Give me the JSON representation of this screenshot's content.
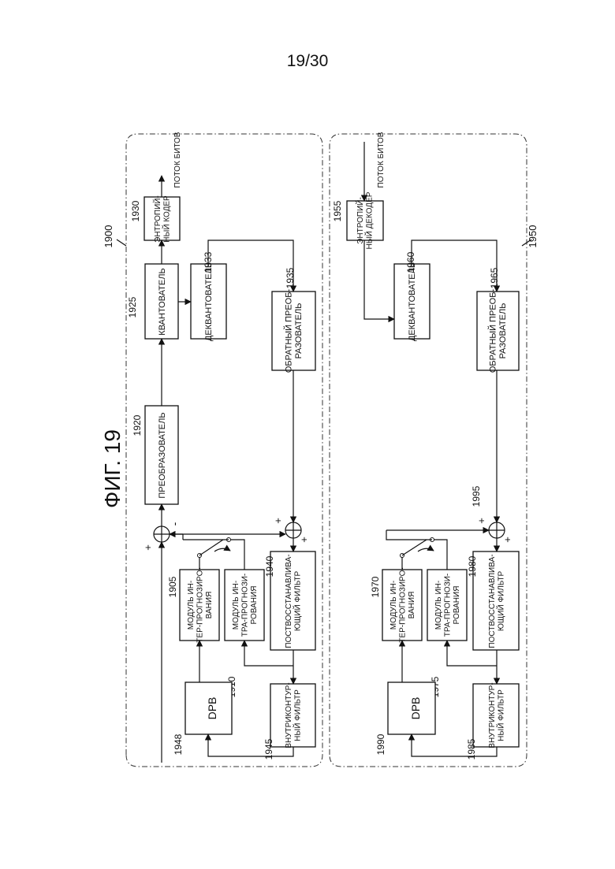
{
  "page_number": "19/30",
  "figure_title": "ФИГ. 19",
  "encoder": {
    "ref": "1900",
    "blocks": {
      "inter": {
        "ref": "1905",
        "lines": [
          "МОДУЛЬ ИН-",
          "ТЕР-ПРОГНОЗИРО-",
          "ВАНИЯ"
        ]
      },
      "intra": {
        "ref": "1910",
        "lines": [
          "МОДУЛЬ ИН-",
          "ТРА-ПРОГНОЗИ-",
          "РОВАНИЯ"
        ]
      },
      "transformer": {
        "ref": "1920",
        "lines": [
          "ПРЕОБРАЗОВАТЕЛЬ"
        ]
      },
      "quantizer": {
        "ref": "1925",
        "lines": [
          "КВАНТОВАТЕЛЬ"
        ]
      },
      "entropy_coder": {
        "ref": "1930",
        "lines": [
          "ЭНТРОПИЙ-",
          "НЫЙ КОДЕР"
        ]
      },
      "dequantizer": {
        "ref": "1933",
        "lines": [
          "ДЕКВАНТОВАТЕЛЬ"
        ]
      },
      "inverse_transformer": {
        "ref": "1935",
        "lines": [
          "ОБРАТНЫЙ ПРЕОБ-",
          "РАЗОВАТЕЛЬ"
        ]
      },
      "post_filter": {
        "ref": "1940",
        "lines": [
          "ПОСТВОССТАНАВЛИВА-",
          "ЮЩИЙ ФИЛЬТР"
        ]
      },
      "loop_filter": {
        "ref": "1945",
        "lines": [
          "ВНУТРИКОНТУР-",
          "НЫЙ ФИЛЬТР"
        ]
      },
      "dpb": {
        "ref": "1948",
        "lines": [
          "DPB"
        ]
      }
    },
    "bitstream_label": "ПОТОК БИТОВ",
    "sum1_signs": {
      "top": "+",
      "right": "-"
    },
    "sum2_signs": {
      "left": "+",
      "bottom": "+"
    }
  },
  "decoder": {
    "ref": "1950",
    "blocks": {
      "entropy_decoder": {
        "ref": "1955",
        "lines": [
          "ЭНТРОПИЙ-",
          "НЫЙ ДЕКОДЕР"
        ]
      },
      "dequantizer": {
        "ref": "1960",
        "lines": [
          "ДЕКВАНТОВАТЕЛЬ"
        ]
      },
      "inverse_transformer": {
        "ref": "1965",
        "lines": [
          "ОБРАТНЫЙ ПРЕОБ-",
          "РАЗОВАТЕЛЬ"
        ]
      },
      "inter": {
        "ref": "1970",
        "lines": [
          "МОДУЛЬ ИН-",
          "ТЕР-ПРОГНОЗИРО-",
          "ВАНИЯ"
        ]
      },
      "intra": {
        "ref": "1975",
        "lines": [
          "МОДУЛЬ ИН-",
          "ТРА-ПРОГНОЗИ-",
          "РОВАНИЯ"
        ]
      },
      "post_filter": {
        "ref": "1980",
        "lines": [
          "ПОСТВОССТАНАВЛИВА-",
          "ЮЩИЙ ФИЛЬТР"
        ]
      },
      "loop_filter": {
        "ref": "1985",
        "lines": [
          "ВНУТРИКОНТУР-",
          "НЫЙ ФИЛЬТР"
        ]
      },
      "dpb": {
        "ref": "1990",
        "lines": [
          "DPB"
        ]
      }
    },
    "sum_ref": "1995",
    "bitstream_label": "ПОТОК БИТОВ",
    "sum_signs": {
      "left": "+",
      "bottom": "+"
    }
  }
}
